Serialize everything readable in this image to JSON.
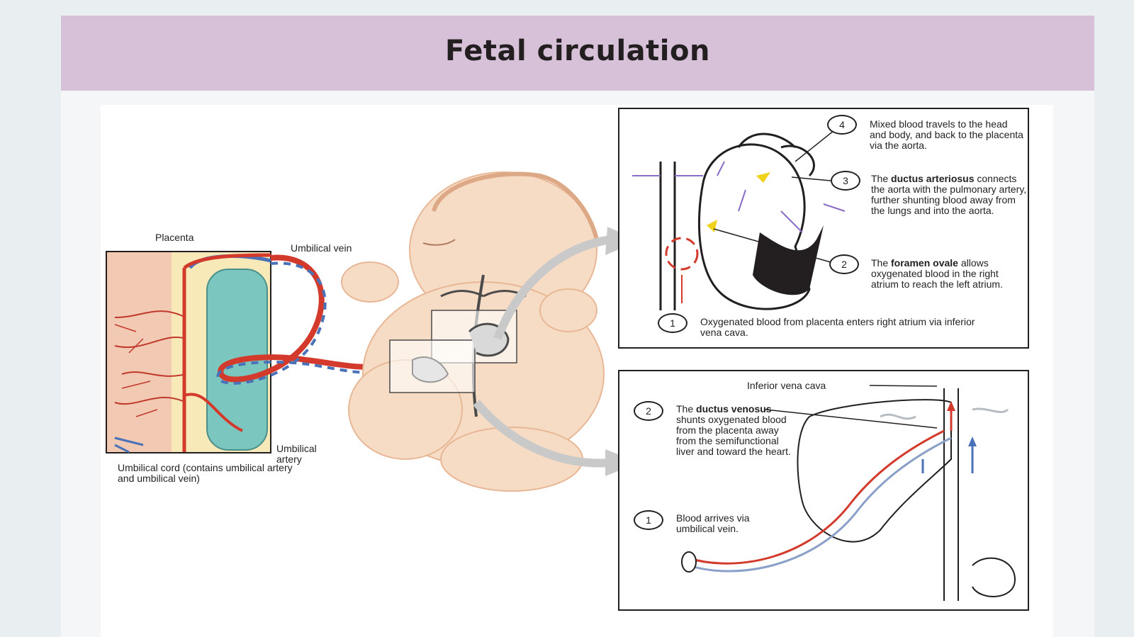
{
  "slide": {
    "title": "Fetal circulation"
  },
  "labels": {
    "placenta": "Placenta",
    "umbilical_vein": "Umbilical vein",
    "umbilical_artery": "Umbilical artery",
    "umbilical_cord": "Umbilical cord (contains umbilical artery and umbilical vein)"
  },
  "heart_panel": {
    "steps": [
      {
        "number": "4",
        "text": "Mixed blood travels to the head and body, and back to the placenta via the aorta."
      },
      {
        "number": "3",
        "bold": "ductus arteriosus",
        "prefix": "The ",
        "suffix": " connects the aorta with the pulmonary artery, further shunting blood away from the lungs and into the aorta."
      },
      {
        "number": "2",
        "bold": "foramen ovale",
        "prefix": "The ",
        "suffix": " allows oxygenated blood in the right atrium to reach the left atrium."
      },
      {
        "number": "1",
        "text": "Oxygenated blood from placenta enters right atrium via inferior vena cava."
      }
    ]
  },
  "liver_panel": {
    "ivc_label": "Inferior vena cava",
    "steps": [
      {
        "number": "2",
        "prefix": "The ",
        "bold": "ductus venosus",
        "suffix": " shunts oxygenated blood from the placenta away from the semifunctional liver and toward the heart."
      },
      {
        "number": "1",
        "text": "Blood arrives via umbilical vein."
      }
    ]
  },
  "colors": {
    "title_band": "#d7c1d9",
    "skin": "#f6dcc4",
    "vein_red": "#d33a2c",
    "artery_blue": "#4a72b8",
    "deoxy_purple": "#8a6cc4"
  }
}
